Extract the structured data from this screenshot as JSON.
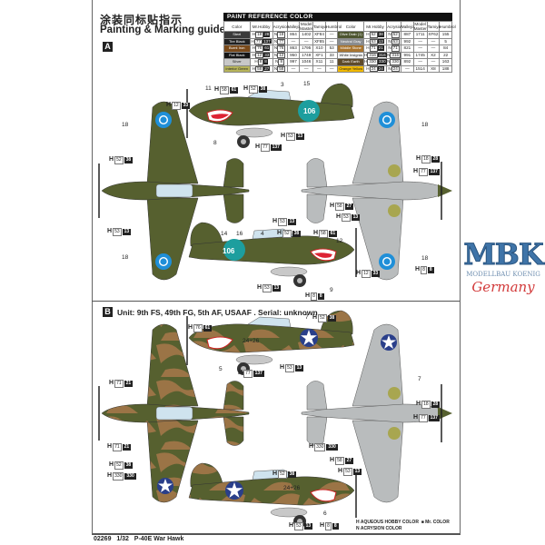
{
  "header": {
    "title_cn": "涂装同标贴指示",
    "title_en": "Painting & Marking guide"
  },
  "paint_table": {
    "title": "PAINT REFERENCE COLOR",
    "columns": [
      "Color",
      "Mr.Hobby",
      "Acrysion",
      "Vallejo",
      "Model Master",
      "Tamiya",
      "Humbrol",
      "Color",
      "Mr.Hobby",
      "Acrysion",
      "Vallejo",
      "Model Master",
      "Tamiya",
      "Humbrol"
    ],
    "rows": [
      {
        "l": {
          "name": "Steel",
          "swatch": "#3a3a3a",
          "h": "18",
          "m": "28",
          "n": "18",
          "v": [
            "864",
            "1402",
            "XF84",
            "—"
          ]
        },
        "r": {
          "name": "Olive Drab (1)",
          "swatch": "#4d5530",
          "h": "52",
          "m": "38",
          "n": "52",
          "v": [
            "887",
            "1711",
            "XF62",
            "155"
          ]
        }
      },
      {
        "l": {
          "name": "Tire Black",
          "swatch": "#222222",
          "h": "77",
          "m": "137",
          "n": "77",
          "v": [
            "—",
            "—",
            "XF85",
            "—"
          ]
        },
        "r": {
          "name": "Neutral Gray",
          "swatch": "#8a8d90",
          "h": "53",
          "m": "13",
          "n": "53",
          "v": [
            "992",
            "—",
            "—",
            "5"
          ]
        }
      },
      {
        "l": {
          "name": "Burnt Iron",
          "swatch": "#7a4a1a",
          "h": "76",
          "m": "61",
          "n": "76",
          "v": [
            "863",
            "1795",
            "X10",
            "53"
          ]
        },
        "r": {
          "name": "Middle Stone",
          "swatch": "#a8742e",
          "h": "71",
          "m": "21",
          "n": "71",
          "v": [
            "821",
            "—",
            "—",
            "84"
          ]
        }
      },
      {
        "l": {
          "name": "Flat Black",
          "swatch": "#151515",
          "h": "12",
          "m": "33",
          "n": "12",
          "v": [
            "950",
            "1749",
            "XF1",
            "33"
          ]
        },
        "r": {
          "name": "White Insignia",
          "swatch": "#f4f4f4",
          "h": "316",
          "m": "316",
          "n": "316",
          "v": [
            "991",
            "1745",
            "X2",
            "22"
          ]
        }
      },
      {
        "l": {
          "name": "Silver",
          "swatch": "#c8c8c8",
          "h": "8",
          "m": "8",
          "n": "8",
          "v": [
            "997",
            "1046",
            "X11",
            "11"
          ]
        },
        "r": {
          "name": "Dark Earth",
          "swatch": "#5e4a2a",
          "h": "330",
          "m": "330",
          "n": "330",
          "v": [
            "892",
            "—",
            "—",
            "163"
          ]
        }
      },
      {
        "l": {
          "name": "Interior Green",
          "swatch": "#b7b45a",
          "h": "58",
          "m": "27",
          "n": "58",
          "v": [
            "—",
            "—",
            "—",
            "—"
          ]
        },
        "r": {
          "name": "Orange Yellow",
          "swatch": "#f0b800",
          "h": "24",
          "m": "24",
          "n": "24",
          "v": [
            "—",
            "1514",
            "X8",
            "188"
          ]
        }
      }
    ]
  },
  "sections": {
    "a": {
      "label": "A"
    },
    "b": {
      "label": "B",
      "unit": "Unit: 9th FS, 49th FG, 5th AF, USAAF . Serial: unknown"
    }
  },
  "codes": {
    "a_side": "106",
    "b_decal": "24+26"
  },
  "callouts_a": [
    {
      "h": "58",
      "m": "61"
    },
    {
      "h": "52",
      "m": "38"
    },
    {
      "h": "12",
      "m": "33"
    },
    {
      "h": "53",
      "m": "13"
    },
    {
      "h": "77",
      "m": "137"
    },
    {
      "h": "52",
      "m": "38"
    },
    {
      "h": "53",
      "m": "13"
    },
    {
      "h": "52",
      "m": "38"
    },
    {
      "h": "18",
      "m": "28"
    },
    {
      "h": "77",
      "m": "137"
    },
    {
      "h": "58",
      "m": "27"
    },
    {
      "h": "53",
      "m": "13"
    },
    {
      "h": "53",
      "m": "13"
    },
    {
      "h": "58",
      "m": "61"
    },
    {
      "h": "12",
      "m": "33"
    },
    {
      "h": "8",
      "m": "8"
    },
    {
      "h": "53",
      "m": "13"
    },
    {
      "h": "8",
      "m": "8"
    }
  ],
  "numbers_a": [
    "11",
    "3",
    "15",
    "18",
    "8",
    "18",
    "14",
    "16",
    "4",
    "18",
    "18",
    "12",
    "9"
  ],
  "callouts_b": [
    {
      "h": "76",
      "m": "61"
    },
    {
      "h": "52",
      "m": "38"
    },
    {
      "h": "53",
      "m": "13"
    },
    {
      "h": "77",
      "m": "137"
    },
    {
      "h": "71",
      "m": "21"
    },
    {
      "h": "71",
      "m": "21"
    },
    {
      "h": "52",
      "m": "38"
    },
    {
      "h": "330",
      "m": "330"
    },
    {
      "h": "18",
      "m": "28"
    },
    {
      "h": "77",
      "m": "137"
    },
    {
      "h": "58",
      "m": "27"
    },
    {
      "h": "53",
      "m": "13"
    },
    {
      "h": "53",
      "m": "13"
    },
    {
      "h": "8",
      "m": "8"
    },
    {
      "h": "52",
      "m": "38"
    },
    {
      "h": "330",
      "m": "330"
    }
  ],
  "numbers_b": [
    "7",
    "5",
    "7",
    "6"
  ],
  "legend": {
    "h": "AQUEOUS HOBBY COLOR",
    "m": "Mr. COLOR",
    "n": "ACRYSION COLOR",
    "h_mark": "H",
    "n_mark": "N",
    "m_mark": "■"
  },
  "footer": {
    "code": "02269",
    "scale": "1/32",
    "name": "P-40E War Hawk"
  },
  "watermark": {
    "big": "MBK",
    "mid": "MODELLBAU KOENIG",
    "country": "Germany"
  },
  "colors": {
    "olive": "#56602f",
    "underside": "#b9bcbd",
    "brown": "#9b7446",
    "roc_blue": "#1f8fd8",
    "usaaf_blue": "#2a3f8a"
  }
}
